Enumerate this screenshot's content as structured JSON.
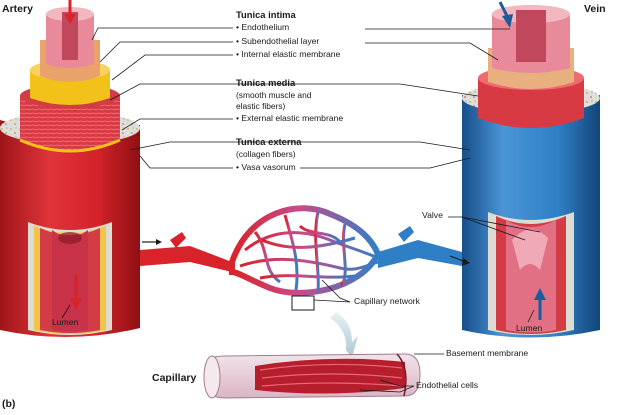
{
  "headings": {
    "artery": "Artery",
    "vein": "Vein",
    "capillary": "Capillary",
    "panel": "(b)"
  },
  "tunica_intima": {
    "title": "Tunica intima",
    "items": [
      "Endothelium",
      "Subendothelial layer",
      "Internal elastic membrane"
    ]
  },
  "tunica_media": {
    "title": "Tunica media",
    "note_line1": "(smooth muscle and",
    "note_line2": "elastic fibers)",
    "items": [
      "External elastic membrane"
    ]
  },
  "tunica_externa": {
    "title": "Tunica externa",
    "note": "(collagen fibers)",
    "items": [
      "Vasa vasorum"
    ]
  },
  "labels": {
    "valve": "Valve",
    "capillary_network": "Capillary network",
    "lumen_artery": "Lumen",
    "lumen_vein": "Lumen",
    "basement_membrane": "Basement membrane",
    "endothelial_cells": "Endothelial cells"
  },
  "colors": {
    "artery_red": "#d8232a",
    "artery_dark": "#a3161b",
    "intima_pink": "#e98a9a",
    "elastic_yellow": "#f3c21a",
    "vein_blue": "#2f7fc6",
    "vein_dark": "#1c5a98",
    "externa_gray": "#dcdcd6"
  }
}
